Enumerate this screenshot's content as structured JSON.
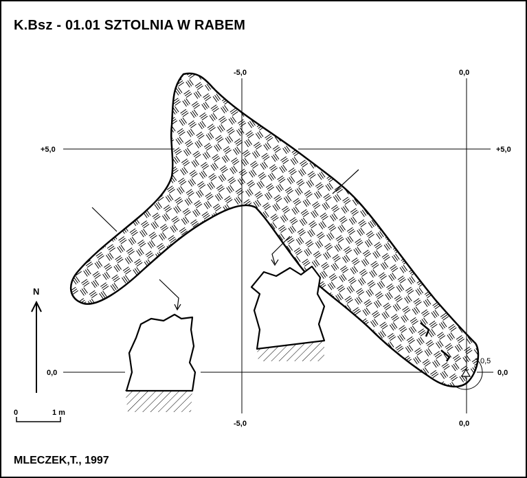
{
  "title": "K.Bsz - 01.01 SZTOLNIA W RABEM",
  "author": "MLECZEK,T., 1997",
  "north_label": "N",
  "scale": {
    "start": "0",
    "end": "1 m"
  },
  "grid_labels": {
    "top_minus5": "-5,0",
    "top_zero": "0,0",
    "left_plus5": "+5,0",
    "right_plus5": "+5,0",
    "left_zero": "0,0",
    "right_zero": "0,0",
    "bottom_minus5": "-5,0",
    "bottom_zero": "0,0"
  },
  "depth_label": "0,5"
}
